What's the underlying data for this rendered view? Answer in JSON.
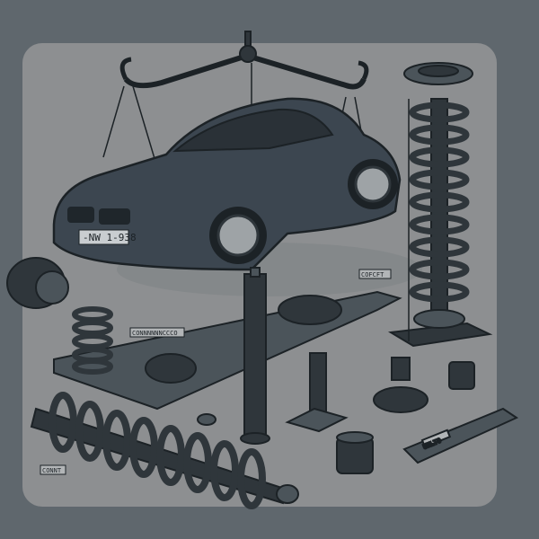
{
  "illustration": {
    "subject": "Car suspension components illustration",
    "car": {
      "license_plate": "-NW 1-938",
      "body_color": "#3c4650"
    },
    "labels": {
      "label_1": "COFCFT",
      "label_2": "CONNNNNNCCCO",
      "label_3": "CONNT",
      "label_4": "UNLTO"
    },
    "colors": {
      "background": "#5f676d",
      "panel": "#8d8f91",
      "ink": "#1c2226",
      "part_dark": "#2f363b",
      "part_mid": "#4b545a"
    }
  }
}
